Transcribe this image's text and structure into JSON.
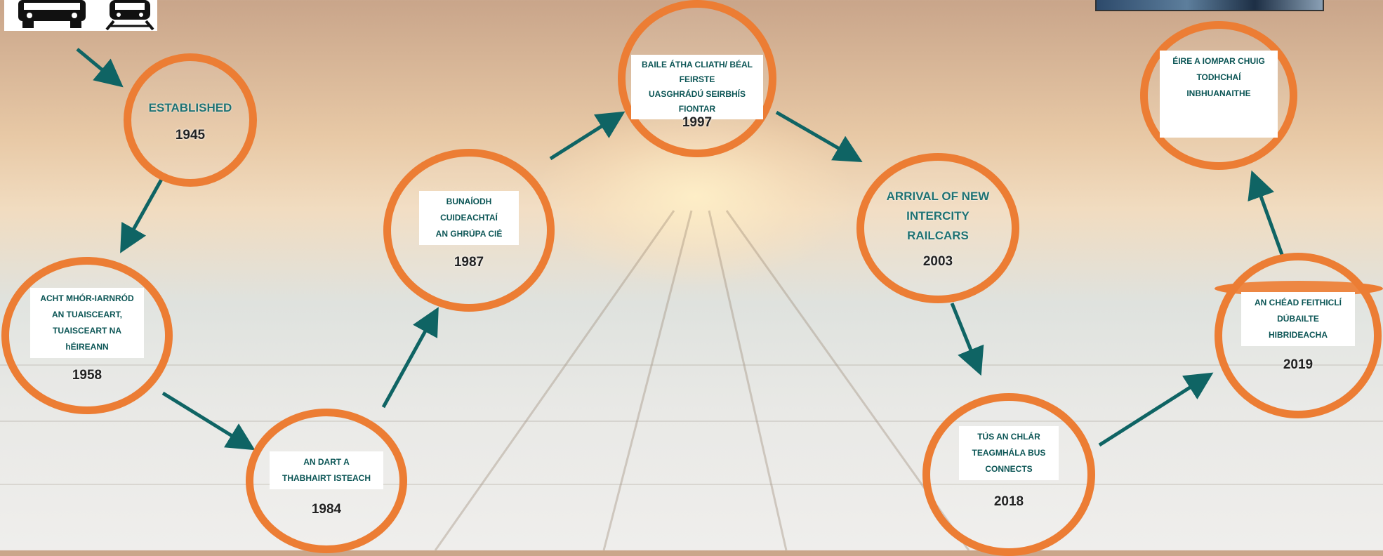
{
  "header": {
    "icons": [
      "bus-icon",
      "train-icon"
    ]
  },
  "milestones": [
    {
      "label": "ESTABLISHED",
      "year": "1945"
    },
    {
      "label": "ACHT MHÓR-IARNRÓD AN TUAISCEART, TUAISCEART NA hÉIREANN",
      "line1": "ACHT MHÓR-IARNRÓD",
      "line2": "AN TUAISCEART,",
      "line3": "TUAISCEART NA",
      "line4": "hÉIREANN",
      "year": "1958"
    },
    {
      "line1": "AN DART A",
      "line2": "THABHAIRT ISTEACH",
      "year": "1984"
    },
    {
      "line1": "BUNAÍODH",
      "line2": "CUIDEACHTAÍ",
      "line3": "AN GHRÚPA CIÉ",
      "year": "1987"
    },
    {
      "line1": "BAILE ÁTHA CLIATH/ BÉAL",
      "line2": "FEIRSTE",
      "line3": "UASGHRÁDÚ SEIRBHÍS",
      "line4": "FIONTAR",
      "year": "1997"
    },
    {
      "line1": "ARRIVAL OF NEW",
      "line2": "INTERCITY",
      "line3": "RAILCARS",
      "year": "2003"
    },
    {
      "line1": "TÚS AN CHLÁR",
      "line2": "TEAGMHÁLA BUS",
      "line3": "CONNECTS",
      "year": "2018"
    },
    {
      "line1": "AN CHÉAD FEITHICLÍ",
      "line2": "DÚBAILTE",
      "line3": "HIBRIDEACHA",
      "year": "2019"
    },
    {
      "line1": "ÉIRE A IOMPAR CHUIG",
      "line2": "TODHCHAÍ",
      "line3": "INBHUANAITHE"
    }
  ],
  "colors": {
    "ring": "#ec7d34",
    "arrow": "#0f6464",
    "label_text": "#0b5555"
  }
}
